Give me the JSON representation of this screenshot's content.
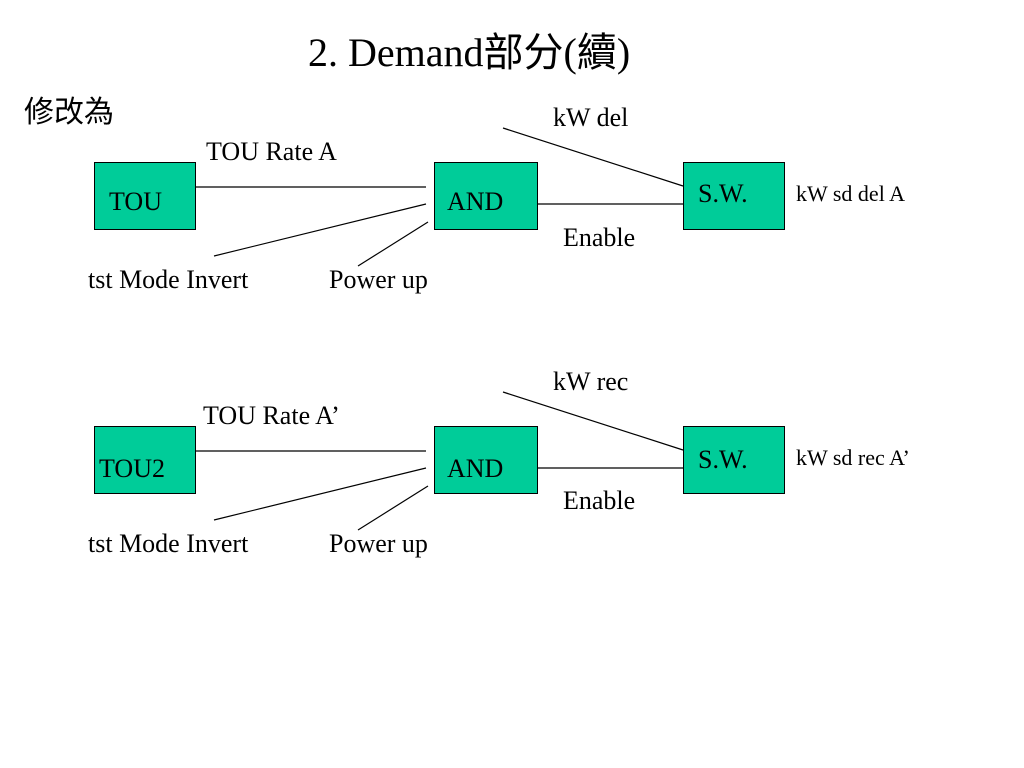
{
  "title": "2. Demand部分(續)",
  "note": "修改為",
  "diagrams": [
    {
      "source_block": "TOU",
      "gate_block": "AND",
      "switch_block": "S.W.",
      "rate_label": "TOU Rate A",
      "test_label": "tst Mode Invert",
      "power_label": "Power up",
      "signal_label": "kW del",
      "enable_label": "Enable",
      "output_label": "kW sd del A"
    },
    {
      "source_block": "TOU2",
      "gate_block": "AND",
      "switch_block": "S.W.",
      "rate_label": "TOU Rate A’",
      "test_label": "tst Mode Invert",
      "power_label": "Power up",
      "signal_label": "kW rec",
      "enable_label": "Enable",
      "output_label": "kW sd rec A’"
    }
  ],
  "colors": {
    "block_fill": "#00cc99",
    "line": "#000000"
  }
}
